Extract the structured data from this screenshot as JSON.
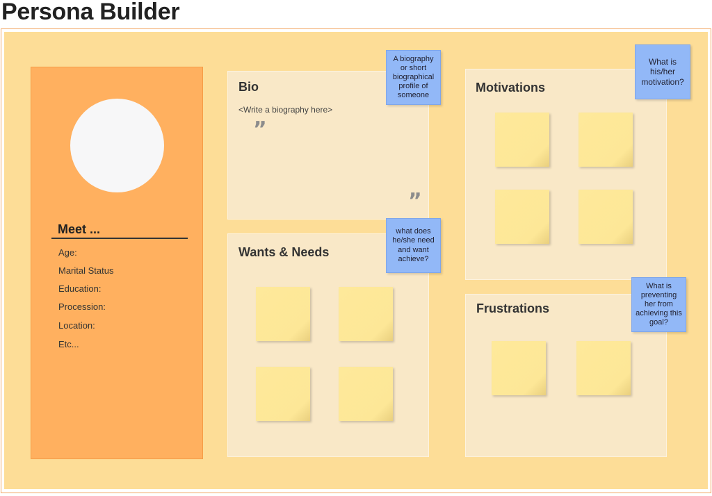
{
  "page": {
    "title": "Persona Builder"
  },
  "persona": {
    "meet_label": "Meet ...",
    "fields": [
      "Age:",
      "Marital Status",
      "Education:",
      "Procession:",
      "Location:",
      "Etc..."
    ]
  },
  "bio": {
    "title": "Bio",
    "placeholder_text": "<Write a biography here>",
    "open_quote": "”",
    "close_quote": "”",
    "note": "A biography or short biographical profile of someone"
  },
  "wants": {
    "title": "Wants & Needs",
    "note": "what does he/she need and want achieve?"
  },
  "motivations": {
    "title": "Motivations",
    "note": "What is his/her motivation?"
  },
  "frustrations": {
    "title": "Frustrations",
    "note": "What is preventing her from achieving this goal?"
  },
  "colors": {
    "board": "#fddd97",
    "persona_panel": "#ffb05f",
    "card": "#f9e8c7",
    "sticky": "#fde797",
    "note": "#92b8f7"
  }
}
